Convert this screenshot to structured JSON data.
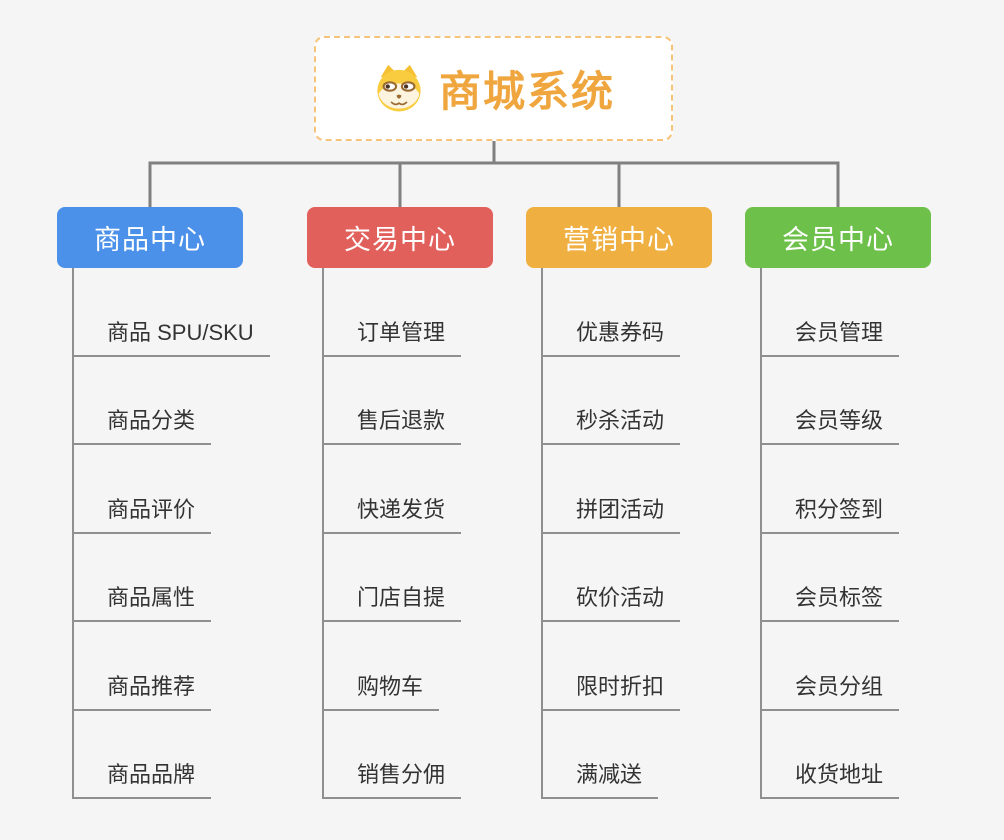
{
  "root": {
    "title": "商城系统",
    "icon": "doge-icon"
  },
  "branches": [
    {
      "label": "商品中心",
      "color": "#4B91E9",
      "children": [
        "商品 SPU/SKU",
        "商品分类",
        "商品评价",
        "商品属性",
        "商品推荐",
        "商品品牌"
      ]
    },
    {
      "label": "交易中心",
      "color": "#E2605B",
      "children": [
        "订单管理",
        "售后退款",
        "快递发货",
        "门店自提",
        "购物车",
        "销售分佣"
      ]
    },
    {
      "label": "营销中心",
      "color": "#EFAF41",
      "children": [
        "优惠券码",
        "秒杀活动",
        "拼团活动",
        "砍价活动",
        "限时折扣",
        "满减送"
      ]
    },
    {
      "label": "会员中心",
      "color": "#6DC04A",
      "children": [
        "会员管理",
        "会员等级",
        "积分签到",
        "会员标签",
        "会员分组",
        "收货地址"
      ]
    }
  ],
  "colors": {
    "background": "#F5F5F5",
    "root_text": "#F0A63F",
    "root_border": "#F6C37B",
    "connector": "#808080",
    "child_line": "#8F8F8F",
    "child_text": "#333333"
  }
}
